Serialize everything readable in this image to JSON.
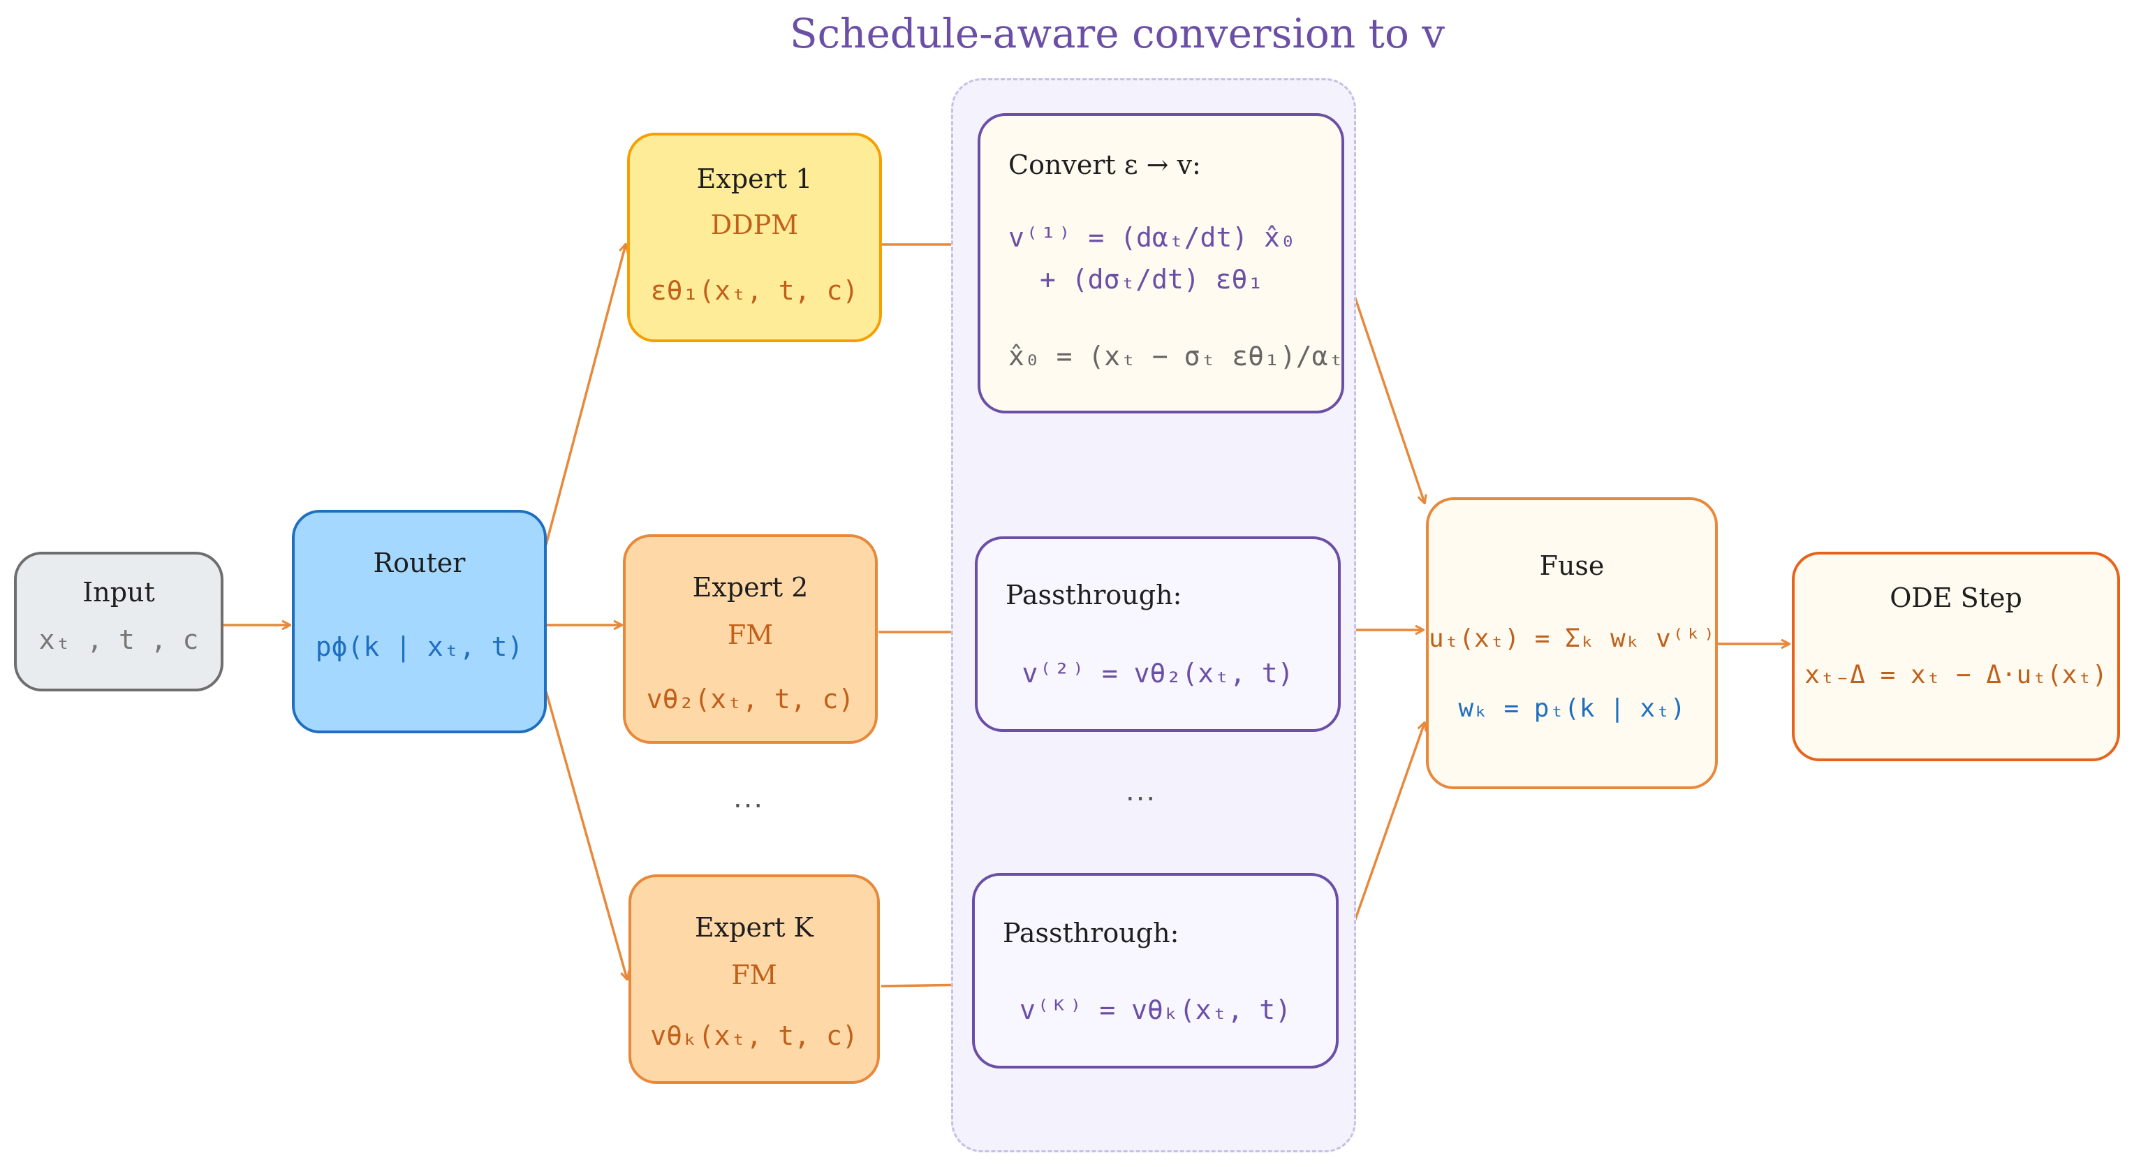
{
  "title": "Schedule-aware conversion to v",
  "colors": {
    "edge": "#e8883a",
    "purple_text": "#6b4fa6",
    "orange_text": "#c0601a",
    "blue_text": "#1f6fc0",
    "gray_text": "#666666"
  },
  "input": {
    "label": "Input",
    "vars": "xₜ , t , c"
  },
  "router": {
    "label": "Router",
    "formula": "pϕ(k | xₜ, t)"
  },
  "expert1": {
    "label": "Expert 1",
    "type": "DDPM",
    "formula": "εθ₁(xₜ, t, c)"
  },
  "expert2": {
    "label": "Expert 2",
    "type": "FM",
    "formula": "vθ₂(xₜ, t, c)"
  },
  "expertK": {
    "label": "Expert K",
    "type": "FM",
    "formula": "vθₖ(xₜ, t, c)"
  },
  "expert_ellipsis": "...",
  "convert": {
    "label": "Convert ε → v:",
    "line1": "v⁽¹⁾ = (dαₜ/dt) x̂₀",
    "line2": "+ (dσₜ/dt) εθ₁",
    "line3": "x̂₀ = (xₜ − σₜ εθ₁)/αₜ"
  },
  "pass2": {
    "label": "Passthrough:",
    "formula": "v⁽²⁾ = vθ₂(xₜ, t)"
  },
  "passK": {
    "label": "Passthrough:",
    "formula": "v⁽ᴷ⁾ = vθₖ(xₜ, t)"
  },
  "pass_ellipsis": "...",
  "fuse": {
    "label": "Fuse",
    "formula1": "uₜ(xₜ) = Σₖ wₖ v⁽ᵏ⁾",
    "formula2": "wₖ = pₜ(k | xₜ)"
  },
  "ode": {
    "label": "ODE Step",
    "formula": "xₜ₋Δ = xₜ − Δ·uₜ(xₜ)"
  }
}
